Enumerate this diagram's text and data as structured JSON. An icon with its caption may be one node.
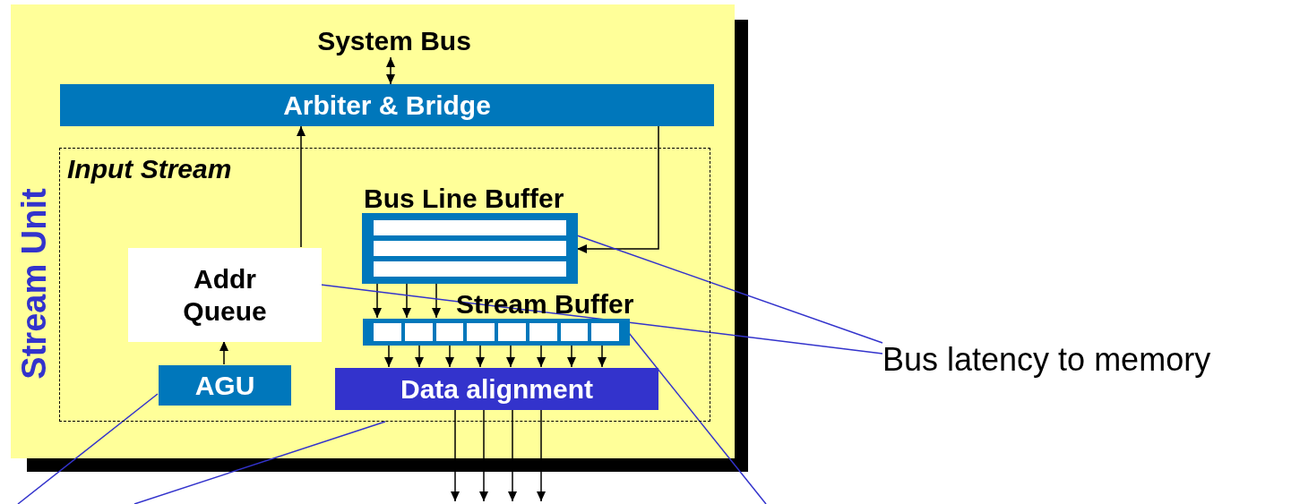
{
  "diagram": {
    "nodes": [
      {
        "text": [
          "Stream Unit"
        ]
      },
      {
        "text": [
          "System Bus"
        ],
        "in": 0
      },
      {
        "text": [
          "Arbiter & Bridge"
        ],
        "in": 0
      },
      {
        "text": [
          "Input Stream"
        ],
        "in": 0
      },
      {
        "text": [
          "Bus Line Buffer"
        ],
        "in": 3
      },
      {
        "text": [
          "Addr Queue"
        ],
        "in": 3
      },
      {
        "text": [
          "Stream Buffer"
        ],
        "in": 3
      },
      {
        "text": [
          "AGU"
        ],
        "in": 3
      },
      {
        "text": [
          "Data alignment"
        ],
        "in": 3
      },
      {
        "text": [
          "Bus latency to memory"
        ]
      }
    ],
    "edges": [
      {
        "from": 1,
        "to": 2,
        "arrow": "both"
      },
      {
        "from": 5,
        "to": 2,
        "arrow": "to"
      },
      {
        "from": 2,
        "to": 4,
        "arrow": "to"
      },
      {
        "from": 4,
        "to": 6,
        "arrow": "to"
      },
      {
        "from": 4,
        "to": 6,
        "arrow": "to"
      },
      {
        "from": 4,
        "to": 6,
        "arrow": "to"
      },
      {
        "from": 6,
        "to": 8,
        "arrow": "to"
      },
      {
        "from": 6,
        "to": 8,
        "arrow": "to"
      },
      {
        "from": 6,
        "to": 8,
        "arrow": "to"
      },
      {
        "from": 6,
        "to": 8,
        "arrow": "to"
      },
      {
        "from": 6,
        "to": 8,
        "arrow": "to"
      },
      {
        "from": 6,
        "to": 8,
        "arrow": "to"
      },
      {
        "from": 6,
        "to": 8,
        "arrow": "to"
      },
      {
        "from": 6,
        "to": 8,
        "arrow": "to"
      },
      {
        "from": 7,
        "to": 5,
        "arrow": "to"
      },
      {
        "from": 8,
        "to": null,
        "arrow": "to"
      },
      {
        "from": 8,
        "to": null,
        "arrow": "to"
      },
      {
        "from": 8,
        "to": null,
        "arrow": "to"
      },
      {
        "from": 8,
        "to": null,
        "arrow": "to"
      },
      {
        "from": 9,
        "to": 4,
        "arrow": "none",
        "color": "#3333cc"
      },
      {
        "from": 9,
        "to": 5,
        "arrow": "none",
        "color": "#3333cc"
      },
      {
        "from": null,
        "to": 7,
        "arrow": "none",
        "color": "#3333cc"
      },
      {
        "from": null,
        "to": 3,
        "arrow": "none",
        "color": "#3333cc"
      },
      {
        "from": null,
        "to": 6,
        "arrow": "none",
        "color": "#3333cc"
      }
    ]
  }
}
